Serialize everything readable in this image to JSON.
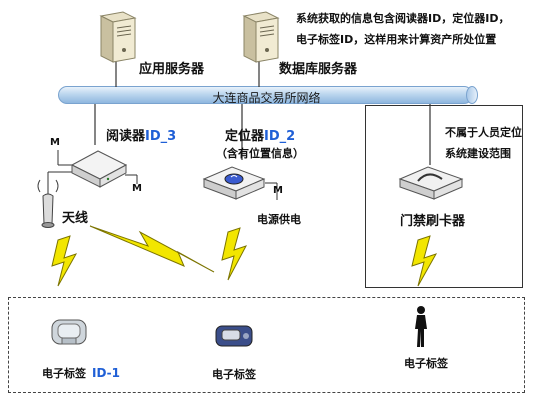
{
  "network": {
    "label": "大连商品交易所网络"
  },
  "servers": {
    "app": {
      "label": "应用服务器"
    },
    "db": {
      "label": "数据库服务器"
    }
  },
  "info_note": {
    "line1": "系统获取的信息包含阅读器ID，定位器ID，",
    "line2": "电子标签ID，这样用来计算资产所处位置"
  },
  "reader": {
    "prefix": "阅读器",
    "id": "ID_3",
    "port_label": "M"
  },
  "locator": {
    "prefix": "定位器",
    "id": "ID_2",
    "sub": "（含有位置信息）",
    "power_label": "电源供电",
    "port_label": "M"
  },
  "antenna": {
    "label": "天线"
  },
  "access_control": {
    "note_line1": "不属于人员定位",
    "note_line2": "系统建设范围",
    "label": "门禁刷卡器"
  },
  "tags": {
    "tag1": {
      "label": "电子标签",
      "id": "ID-1"
    },
    "tag2": {
      "label": "电子标签"
    },
    "tag3": {
      "label": "电子标签"
    }
  },
  "colors": {
    "id_accent": "#1f5fd6",
    "lightning": "#f2e600",
    "network_bar": "#9cc0e4"
  }
}
